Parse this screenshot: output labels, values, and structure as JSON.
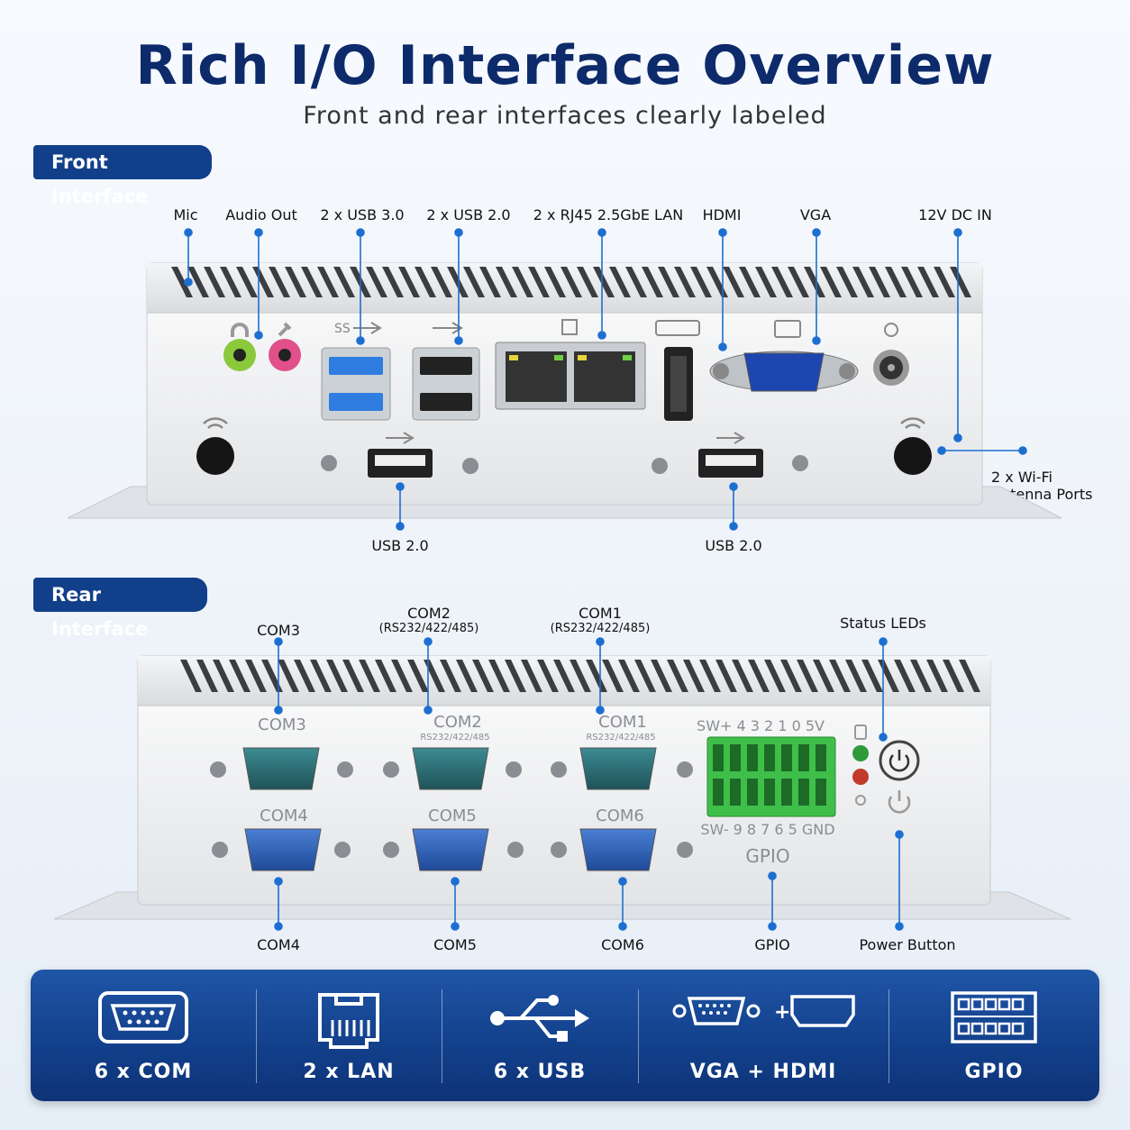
{
  "title": "Rich I/O Interface Overview",
  "subtitle": "Front and rear interfaces clearly labeled",
  "front": {
    "tag": "Front Interface",
    "labels": {
      "mic": "Mic",
      "audio_out": "Audio Out",
      "usb30": "2 x USB 3.0",
      "usb20": "2 x USB 2.0",
      "lan": "2 x RJ45 2.5GbE LAN",
      "hdmi": "HDMI",
      "vga": "VGA",
      "dc_in": "12V DC IN",
      "wifi_line1": "2 x Wi-Fi",
      "wifi_line2": "Antenna Ports",
      "usb20_left": "USB 2.0",
      "usb20_right": "USB 2.0"
    },
    "port_marks": {
      "ss": "SS"
    }
  },
  "rear": {
    "tag": "Rear Interface",
    "labels": {
      "com3": "COM3",
      "com2": "COM2",
      "com2_sub": "(RS232/422/485)",
      "com1": "COM1",
      "com1_sub": "(RS232/422/485)",
      "status_leds": "Status LEDs",
      "com4": "COM4",
      "com5": "COM5",
      "com6": "COM6",
      "gpio": "GPIO",
      "power_button": "Power Button"
    },
    "silkscreen": {
      "com3": "COM3",
      "com2": "COM2",
      "com2_sub": "RS232/422/485",
      "com1": "COM1",
      "com1_sub": "RS232/422/485",
      "com4": "COM4",
      "com5": "COM5",
      "com6": "COM6",
      "gpio_top": "SW+  4  3  2  1  0  5V",
      "gpio_bottom": "SW-  9  8  7  6  5 GND",
      "gpio": "GPIO"
    }
  },
  "features": [
    {
      "label": "6 x COM",
      "icon": "serial-port-icon"
    },
    {
      "label": "2 x LAN",
      "icon": "ethernet-icon"
    },
    {
      "label": "6 x USB",
      "icon": "usb-icon"
    },
    {
      "label": "VGA + HDMI",
      "icon": "vga-hdmi-icon"
    },
    {
      "label": "GPIO",
      "icon": "gpio-icon"
    }
  ],
  "colors": {
    "title": "#0d2a6b",
    "tag_bg": "#123f8a",
    "accent_dot": "#1c6fd1",
    "usb3_blue": "#2f7de1",
    "com_teal": "#2a6a72",
    "com_blue": "#2d5fb8",
    "gpio_green": "#3fbf4a",
    "bar_bg": "#123f8a"
  }
}
